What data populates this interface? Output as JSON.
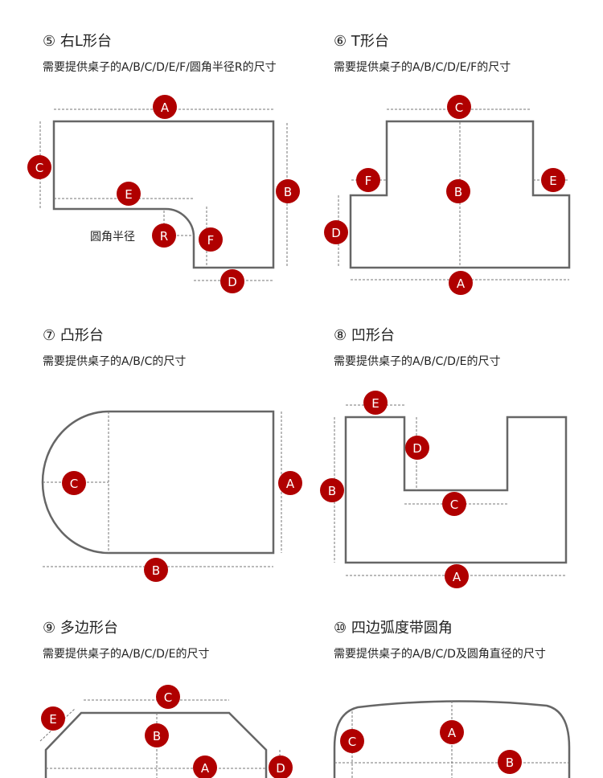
{
  "sections": [
    {
      "title": "⑤ 右L形台",
      "subtitle": "需要提供桌子的A/B/C/D/E/F/圆角半径R的尺寸",
      "labels": [
        "A",
        "B",
        "C",
        "D",
        "E",
        "F",
        "R"
      ],
      "note": "圆角半径"
    },
    {
      "title": "⑥ T形台",
      "subtitle": "需要提供桌子的A/B/C/D/E/F的尺寸",
      "labels": [
        "A",
        "B",
        "C",
        "D",
        "E",
        "F"
      ]
    },
    {
      "title": "⑦ 凸形台",
      "subtitle": "需要提供桌子的A/B/C的尺寸",
      "labels": [
        "A",
        "B",
        "C"
      ]
    },
    {
      "title": "⑧ 凹形台",
      "subtitle": "需要提供桌子的A/B/C/D/E的尺寸",
      "labels": [
        "A",
        "B",
        "C",
        "D",
        "E"
      ]
    },
    {
      "title": "⑨ 多边形台",
      "subtitle": "需要提供桌子的A/B/C/D/E的尺寸",
      "labels": [
        "A",
        "B",
        "C",
        "D",
        "E"
      ]
    },
    {
      "title": "⑩ 四边弧度带圆角",
      "subtitle": "需要提供桌子的A/B/C/D及圆角直径的尺寸",
      "labels": [
        "A",
        "B",
        "C"
      ]
    }
  ],
  "colors": {
    "badge": "#b00000",
    "outline": "#666666"
  }
}
